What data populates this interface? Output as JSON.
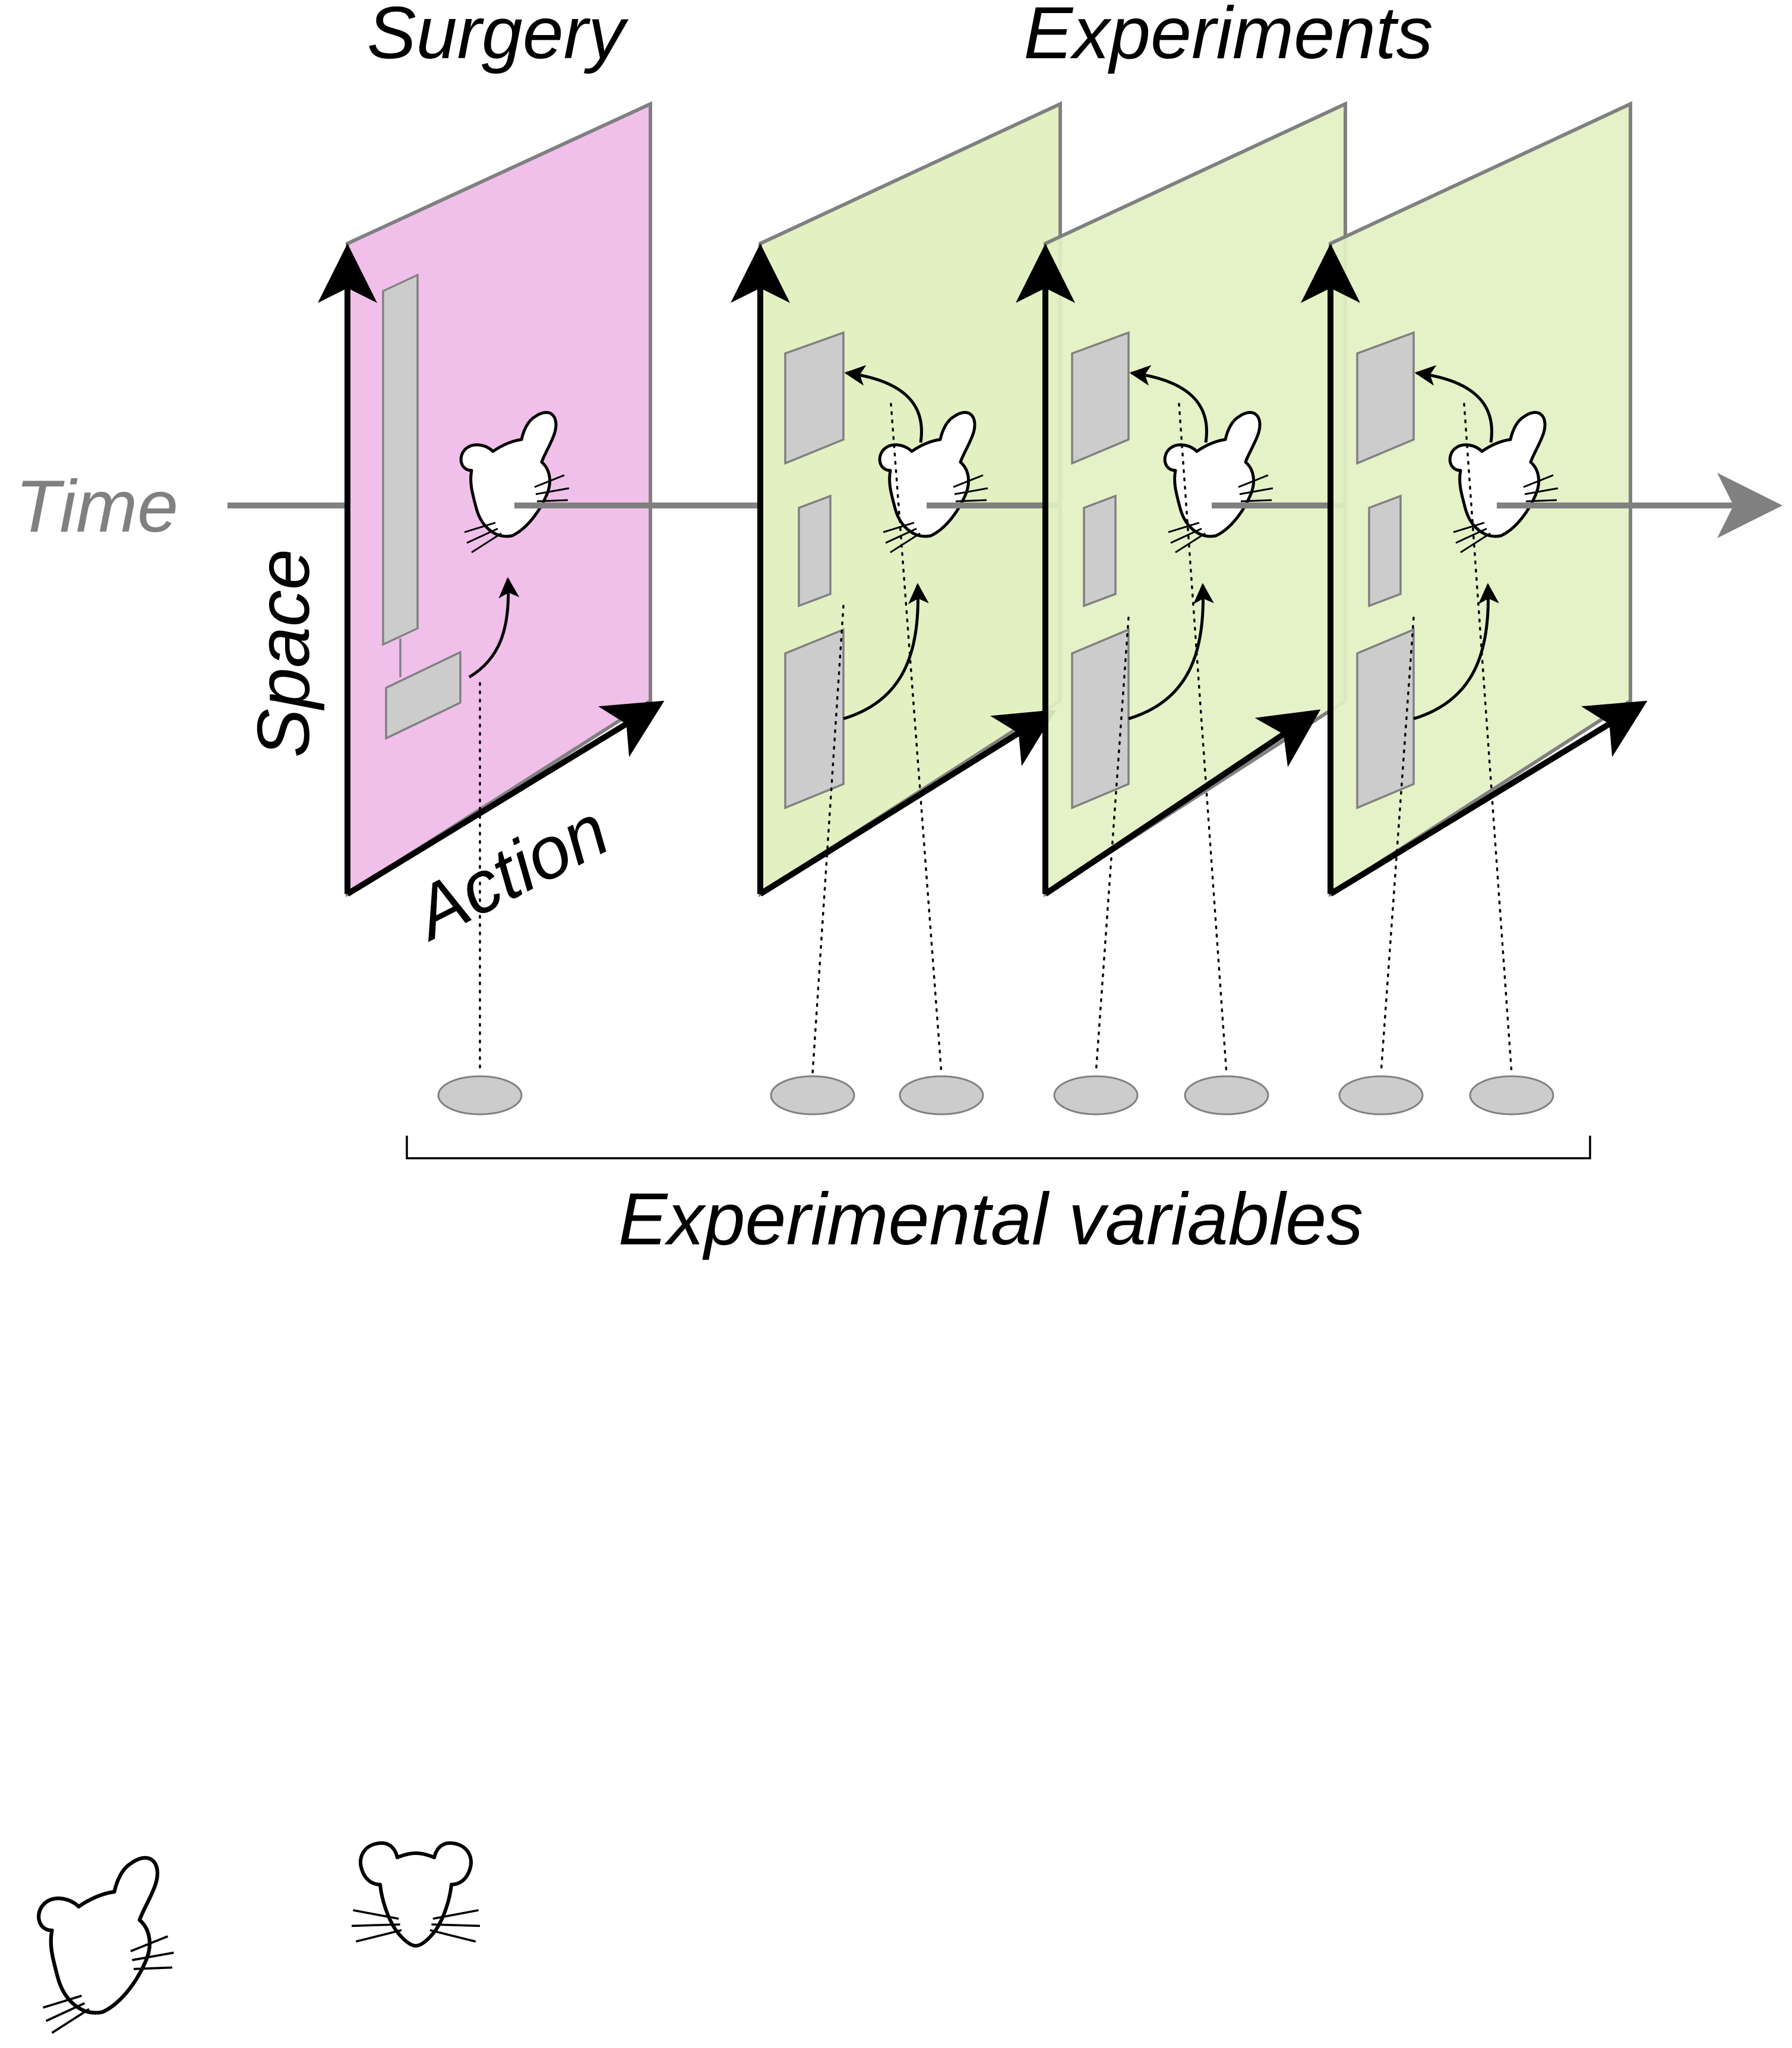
{
  "labels": {
    "surgery": "Surgery",
    "experiments": "Experiments",
    "time": "Time",
    "space": "Space",
    "action": "Action",
    "experimental_variables": "Experimental variables"
  },
  "colors": {
    "surgery_plane": "#f0c0eb",
    "experiment_plane": "#e3f0c2",
    "time_axis": "#808080",
    "axis": "#000000",
    "region_box": "#cccccc",
    "variable_node": "#cccccc"
  },
  "icons": [
    "mouse-side-icon",
    "mouse-front-icon"
  ]
}
